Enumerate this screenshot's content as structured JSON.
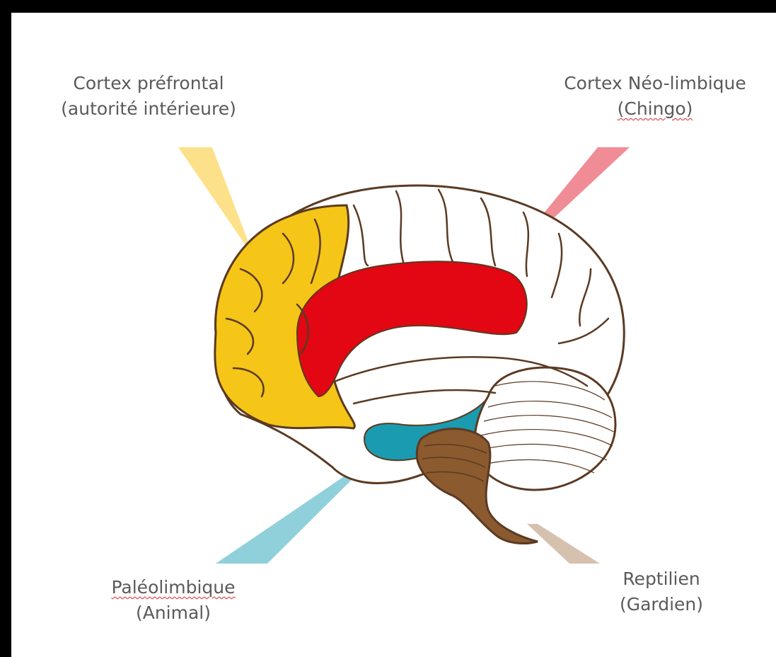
{
  "labels": {
    "prefrontal": {
      "line1": "Cortex préfrontal",
      "line2": "(autorité intérieure)"
    },
    "neolimbic": {
      "line1": "Cortex Néo-limbique",
      "line2": "(Chingo)"
    },
    "paleolimbic": {
      "line1": "Paléolimbique",
      "line2": "(Animal)"
    },
    "reptilian": {
      "line1": "Reptilien",
      "line2": "(Gardien)"
    }
  },
  "colors": {
    "prefrontal": "#f5c518",
    "neolimbic": "#e30613",
    "paleolimbic": "#1a9bb0",
    "reptilian": "#8c5a2f",
    "outline": "#5b3a22"
  }
}
